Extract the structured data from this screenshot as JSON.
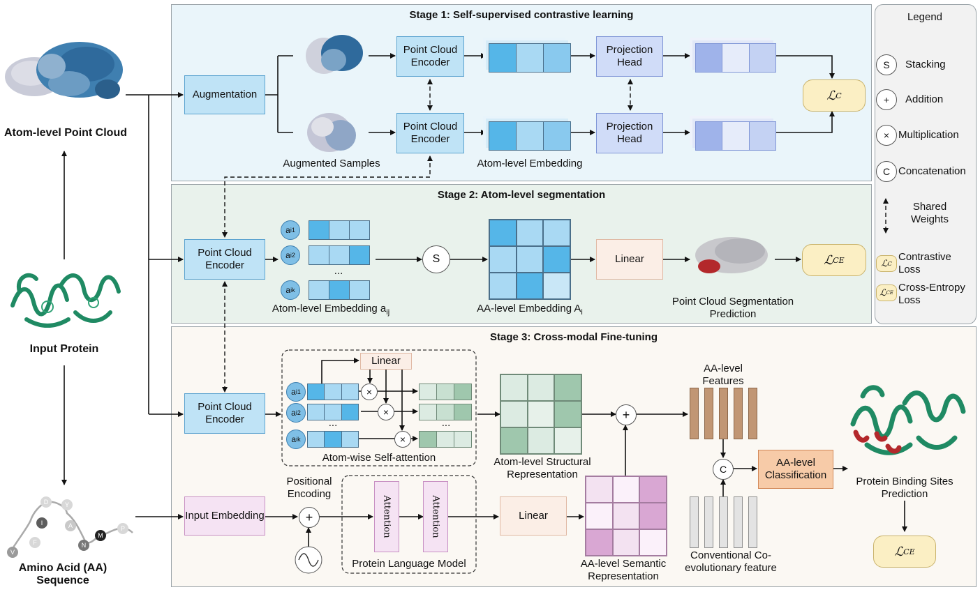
{
  "stages": {
    "stage1": "Stage 1: Self-supervised contrastive learning",
    "stage2": "Stage 2:  Atom-level segmentation",
    "stage3": "Stage 3: Cross-modal Fine-tuning"
  },
  "left": {
    "point_cloud_label": "Atom-level Point Cloud",
    "input_protein_label": "Input Protein",
    "aa_sequence_label": "Amino Acid (AA) Sequence",
    "residues": [
      "D",
      "Y",
      "I",
      "A",
      "F",
      "N",
      "M",
      "P",
      "V"
    ]
  },
  "stage1": {
    "augmentation": "Augmentation",
    "encoder": "Point Cloud Encoder",
    "projection_head": "Projection Head",
    "augmented_samples": "Augmented Samples",
    "atom_embedding": "Atom-level Embedding",
    "loss": "ℒ",
    "loss_sub": "C"
  },
  "stage2": {
    "encoder": "Point Cloud Encoder",
    "atom_labels": [
      "a",
      "a",
      "a"
    ],
    "atom_subs": [
      "i1",
      "i2",
      "ik"
    ],
    "ellipsis": "...",
    "stack_symbol": "S",
    "linear": "Linear",
    "atom_embedding_label": "Atom-level Embedding a",
    "atom_embedding_sub": "ij",
    "aa_embedding_label": "AA-level Embedding A",
    "aa_embedding_sub": "i",
    "segmentation_label": "Point Cloud Segmentation Prediction",
    "loss": "ℒ",
    "loss_sub": "CE"
  },
  "stage3": {
    "encoder": "Point Cloud Encoder",
    "linear_top": "Linear",
    "atom_labels": [
      "a",
      "a",
      "a"
    ],
    "atom_subs": [
      "i1",
      "i2",
      "ik"
    ],
    "ellipsis": "...",
    "mult_symbol": "×",
    "add_symbol": "+",
    "concat_symbol": "C",
    "self_attention_label": "Atom-wise Self-attention",
    "structural_label": "Atom-level Structural Representation",
    "aa_features_label": "AA-level Features",
    "aa_classification": "AA-level Classification",
    "binding_sites_label": "Protein Binding Sites Prediction",
    "input_embedding": "Input Embedding",
    "positional_encoding": "Positional Encoding",
    "attention": "Attention",
    "plm_label": "Protein Language Model",
    "linear_bottom": "Linear",
    "semantic_label": "AA-level Semantic Representation",
    "coevolution_label": "Conventional Co-evolutionary feature",
    "loss": "ℒ",
    "loss_sub": "CE"
  },
  "legend": {
    "title": "Legend",
    "items": [
      {
        "symbol": "S",
        "label": "Stacking"
      },
      {
        "symbol": "+",
        "label": "Addition"
      },
      {
        "symbol": "×",
        "label": "Multiplication"
      },
      {
        "symbol": "C",
        "label": "Concatenation"
      }
    ],
    "shared_weights": "Shared Weights",
    "contrastive_symbol": "ℒ",
    "contrastive_sub": "C",
    "contrastive_loss": "Contrastive Loss",
    "ce_symbol": "ℒ",
    "ce_sub": "CE",
    "ce_loss": "Cross-Entropy Loss"
  },
  "colors": {
    "stage1_bg": "#eaf5fa",
    "stage2_bg": "#e9f2ec",
    "stage3_bg": "#fbf8f3",
    "legend_bg": "#f2f2f2",
    "protein_green": "#1f8a63",
    "binding_red": "#b3282b"
  }
}
